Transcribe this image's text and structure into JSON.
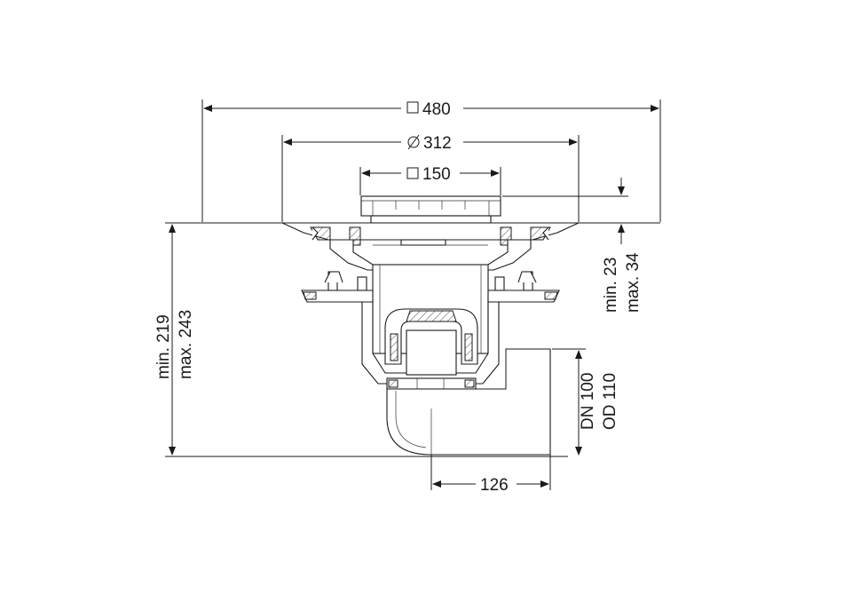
{
  "dimensions": {
    "outer_square": "480",
    "flange_diameter": "312",
    "grate_square": "150",
    "grate_height_min": "min. 23",
    "grate_height_max": "max. 34",
    "total_height_min": "min. 219",
    "total_height_max": "max. 243",
    "pipe_dn": "DN 100",
    "pipe_od": "OD 110",
    "outlet_length": "126"
  },
  "colors": {
    "line": "#1a1a1a",
    "background": "#ffffff"
  },
  "symbols": {
    "square": "square-symbol",
    "diameter": "diameter-symbol"
  }
}
